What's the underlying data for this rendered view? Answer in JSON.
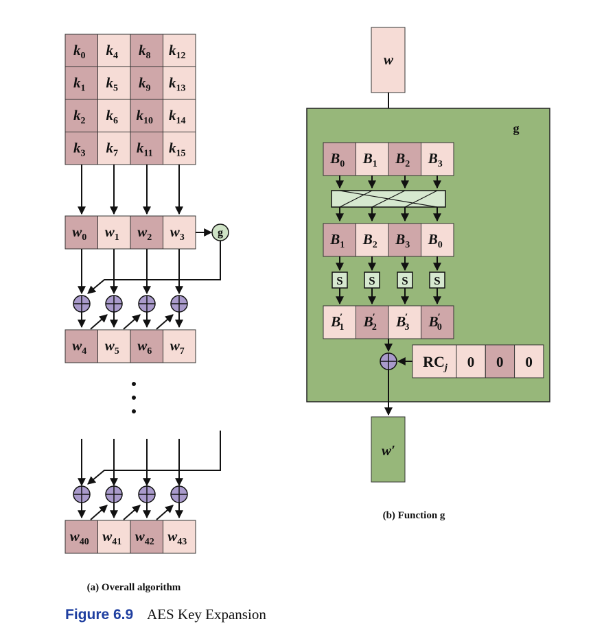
{
  "colors": {
    "dark_cell": "#cfa7a9",
    "light_cell": "#f6dcd6",
    "g_panel": "#97b77a",
    "xor_fill": "#a99acb",
    "g_circle_fill": "#cfe3c6",
    "s_box_fill": "#d6e8cf",
    "perm_fill": "#d6e8cf",
    "figure_label": "#1f3fa0"
  },
  "key_matrix": {
    "rows": [
      [
        {
          "base": "k",
          "sub": "0"
        },
        {
          "base": "k",
          "sub": "4"
        },
        {
          "base": "k",
          "sub": "8"
        },
        {
          "base": "k",
          "sub": "12"
        }
      ],
      [
        {
          "base": "k",
          "sub": "1"
        },
        {
          "base": "k",
          "sub": "5"
        },
        {
          "base": "k",
          "sub": "9"
        },
        {
          "base": "k",
          "sub": "13"
        }
      ],
      [
        {
          "base": "k",
          "sub": "2"
        },
        {
          "base": "k",
          "sub": "6"
        },
        {
          "base": "k",
          "sub": "10"
        },
        {
          "base": "k",
          "sub": "14"
        }
      ],
      [
        {
          "base": "k",
          "sub": "3"
        },
        {
          "base": "k",
          "sub": "7"
        },
        {
          "base": "k",
          "sub": "11"
        },
        {
          "base": "k",
          "sub": "15"
        }
      ]
    ]
  },
  "word_rows": {
    "row0": [
      {
        "base": "w",
        "sub": "0"
      },
      {
        "base": "w",
        "sub": "1"
      },
      {
        "base": "w",
        "sub": "2"
      },
      {
        "base": "w",
        "sub": "3"
      }
    ],
    "row1": [
      {
        "base": "w",
        "sub": "4"
      },
      {
        "base": "w",
        "sub": "5"
      },
      {
        "base": "w",
        "sub": "6"
      },
      {
        "base": "w",
        "sub": "7"
      }
    ],
    "row_last": [
      {
        "base": "w",
        "sub": "40"
      },
      {
        "base": "w",
        "sub": "41"
      },
      {
        "base": "w",
        "sub": "42"
      },
      {
        "base": "w",
        "sub": "43"
      }
    ]
  },
  "g_label": "g",
  "function_g": {
    "panel_label": "g",
    "input_label": "w",
    "output_label": "w′",
    "bytes_in": [
      {
        "base": "B",
        "sub": "0"
      },
      {
        "base": "B",
        "sub": "1"
      },
      {
        "base": "B",
        "sub": "2"
      },
      {
        "base": "B",
        "sub": "3"
      }
    ],
    "bytes_rot": [
      {
        "base": "B",
        "sub": "1"
      },
      {
        "base": "B",
        "sub": "2"
      },
      {
        "base": "B",
        "sub": "3"
      },
      {
        "base": "B",
        "sub": "0"
      }
    ],
    "s_label": "S",
    "bytes_sub": [
      {
        "base": "B",
        "sub": "1",
        "sup": "′"
      },
      {
        "base": "B",
        "sub": "2",
        "sup": "′"
      },
      {
        "base": "B",
        "sub": "3",
        "sup": "′"
      },
      {
        "base": "B",
        "sub": "0",
        "sup": "′"
      }
    ],
    "rcon": {
      "base": "RC",
      "sub": "j"
    },
    "zeros": [
      "0",
      "0",
      "0"
    ]
  },
  "captions": {
    "a": "(a) Overall algorithm",
    "b": "(b) Function g",
    "figure_number": "Figure 6.9",
    "figure_title": "AES Key Expansion"
  }
}
